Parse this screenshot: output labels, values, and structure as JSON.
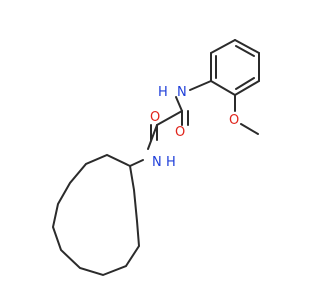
{
  "molecule": {
    "atoms": {
      "n_amide_top": {
        "label": "N",
        "color": "#1f3fd9"
      },
      "h_amide_top": {
        "label": "H",
        "color": "#1f3fd9"
      },
      "n_amide_bottom": {
        "label": "N",
        "color": "#1f3fd9"
      },
      "h_amide_bottom": {
        "label": "H",
        "color": "#1f3fd9"
      },
      "o_carbonyl_left": {
        "label": "O",
        "color": "#e0241b"
      },
      "o_carbonyl_right": {
        "label": "O",
        "color": "#e0241b"
      },
      "o_methoxy": {
        "label": "O",
        "color": "#e0241b"
      }
    },
    "bond_color": "#2b2b2b",
    "background": "#ffffff"
  }
}
